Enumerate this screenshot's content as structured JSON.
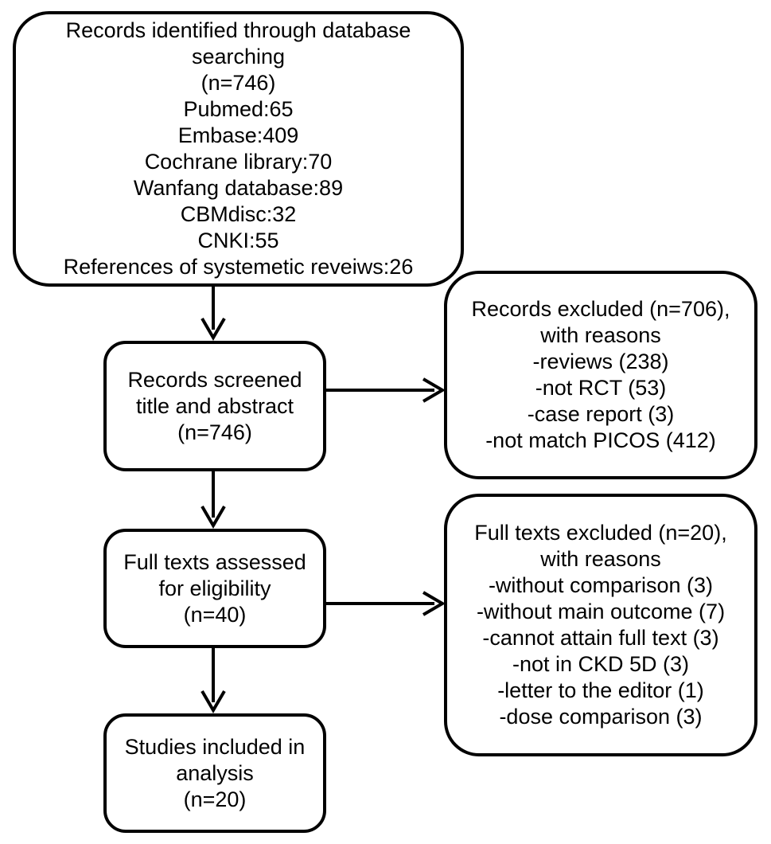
{
  "flowchart": {
    "identified": {
      "lines": [
        "Records identified through database",
        "searching",
        "(n=746)",
        "Pubmed:65",
        "Embase:409",
        "Cochrane library:70",
        "Wanfang database:89",
        "CBMdisc:32",
        "CNKI:55",
        "References of systemetic reveiws:26"
      ]
    },
    "screened": {
      "lines": [
        "Records screened",
        "title and abstract",
        "(n=746)"
      ]
    },
    "excluded": {
      "lines": [
        "Records excluded (n=706),",
        "with reasons",
        "-reviews (238)",
        "-not RCT (53)",
        "-case report (3)",
        "-not match PICOS (412)"
      ]
    },
    "fulltext": {
      "lines": [
        "Full texts assessed",
        "for eligibility",
        "(n=40)"
      ]
    },
    "fulltext_excluded": {
      "lines": [
        "Full texts excluded (n=20),",
        "with reasons",
        "-without comparison (3)",
        "-without main outcome (7)",
        "-cannot attain full text (3)",
        "-not in CKD 5D (3)",
        "-letter to the editor (1)",
        "-dose comparison (3)"
      ]
    },
    "included": {
      "lines": [
        "Studies included in",
        "analysis",
        "(n=20)"
      ]
    }
  }
}
